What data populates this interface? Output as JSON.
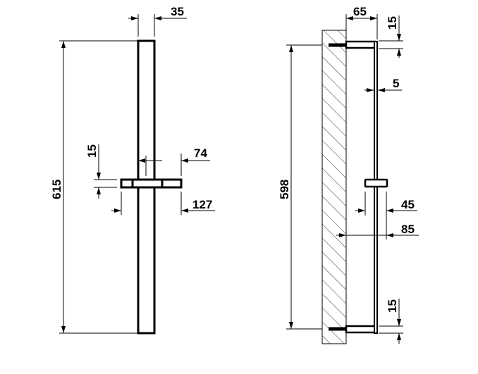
{
  "front_view": {
    "bar_width": "35",
    "total_height": "615",
    "slider_thickness": "15",
    "slider_inner_width": "74",
    "slider_width": "127"
  },
  "side_view": {
    "bracket_depth": "65",
    "bracket_thickness_top": "15",
    "bar_thickness": "5",
    "fixing_distance": "598",
    "slider_depth": "45",
    "slider_projection": "85",
    "bracket_thickness_bottom": "15"
  }
}
